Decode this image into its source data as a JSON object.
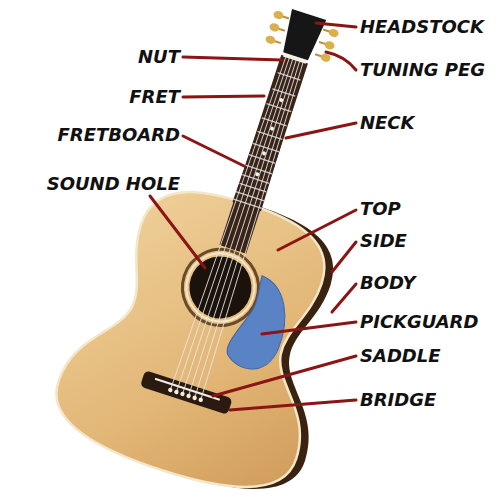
{
  "diagram": {
    "labels": [
      "HEADSTOCK",
      "NUT",
      "TUNING PEG",
      "FRET",
      "NECK",
      "FRETBOARD",
      "SOUND HOLE",
      "TOP",
      "SIDE",
      "BODY",
      "PICKGUARD",
      "SADDLE",
      "BRIDGE"
    ]
  }
}
